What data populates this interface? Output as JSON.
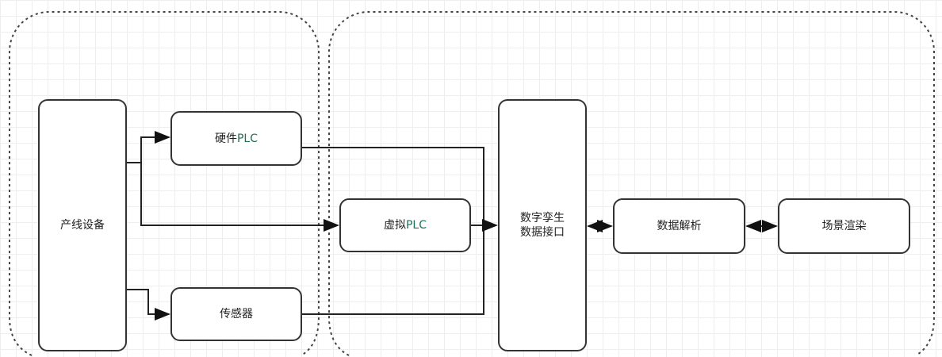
{
  "nodes": {
    "production_line": "产线设备",
    "hardware_plc_prefix": "硬件",
    "hardware_plc_suffix": "PLC",
    "virtual_plc_prefix": "虚拟",
    "virtual_plc_suffix": "PLC",
    "sensor": "传感器",
    "digital_twin_interface": "数字孪生\n数据接口",
    "data_parsing": "数据解析",
    "scene_rendering": "场景渲染"
  }
}
